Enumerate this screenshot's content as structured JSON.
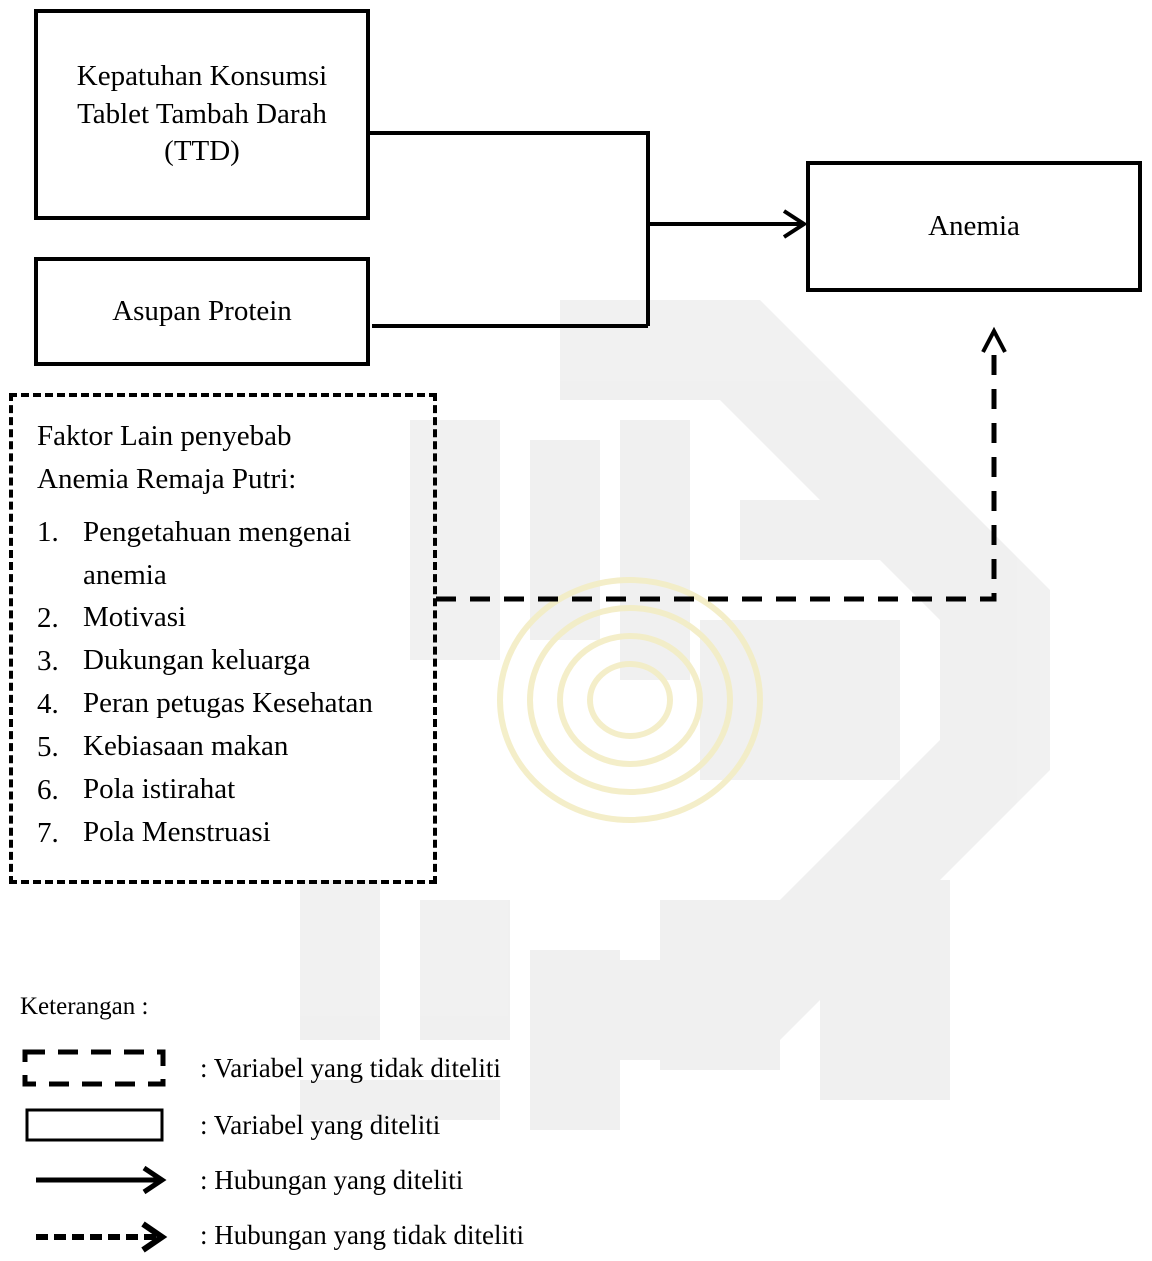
{
  "boxes": {
    "ttd": {
      "lines": [
        "Kepatuhan Konsumsi",
        "Tablet Tambah Darah",
        "(TTD)"
      ]
    },
    "protein": {
      "label": "Asupan Protein"
    },
    "anemia": {
      "label": "Anemia"
    }
  },
  "factors": {
    "heading": [
      "Faktor Lain penyebab",
      "Anemia Remaja Putri:"
    ],
    "items": [
      {
        "num": "1.",
        "text": "Pengetahuan mengenai anemia"
      },
      {
        "num": "2.",
        "text": "Motivasi"
      },
      {
        "num": "3.",
        "text": "Dukungan keluarga"
      },
      {
        "num": "4.",
        "text": "Peran petugas Kesehatan"
      },
      {
        "num": "5.",
        "text": "Kebiasaan makan"
      },
      {
        "num": "6.",
        "text": "Pola istirahat"
      },
      {
        "num": "7.",
        "text": "Pola Menstruasi"
      }
    ]
  },
  "legend": {
    "title": "Keterangan :",
    "items": [
      {
        "symbol": "dashed-box",
        "label": ": Variabel yang tidak diteliti"
      },
      {
        "symbol": "solid-box",
        "label": ": Variabel yang diteliti"
      },
      {
        "symbol": "solid-arrow",
        "label": ": Hubungan yang diteliti"
      },
      {
        "symbol": "dashed-arrow",
        "label": ": Hubungan yang tidak diteliti"
      }
    ]
  },
  "colors": {
    "line": "#000000",
    "watermark": "#e3e3e3",
    "watermark_center": "#f4f0cc"
  }
}
